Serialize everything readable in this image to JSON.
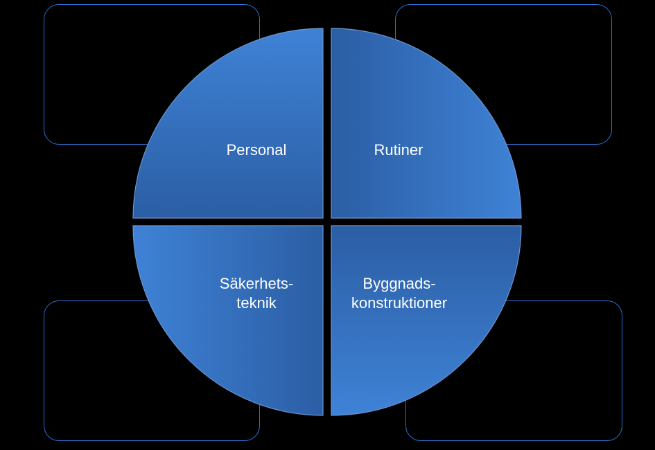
{
  "colors": {
    "background": "#000000",
    "box_border": "#2f6fcf",
    "segment_light": "#3f82d6",
    "segment_dark": "#2a5ea6",
    "segment_stroke": "#6a96cf",
    "text": "#ffffff"
  },
  "quadrants": {
    "top_left": {
      "label": "Personal"
    },
    "top_right": {
      "label": "Rutiner"
    },
    "bottom_left": {
      "line1": "Säkerhets-",
      "line2": "teknik"
    },
    "bottom_right": {
      "line1": "Byggnads-",
      "line2": "konstruktioner"
    }
  }
}
